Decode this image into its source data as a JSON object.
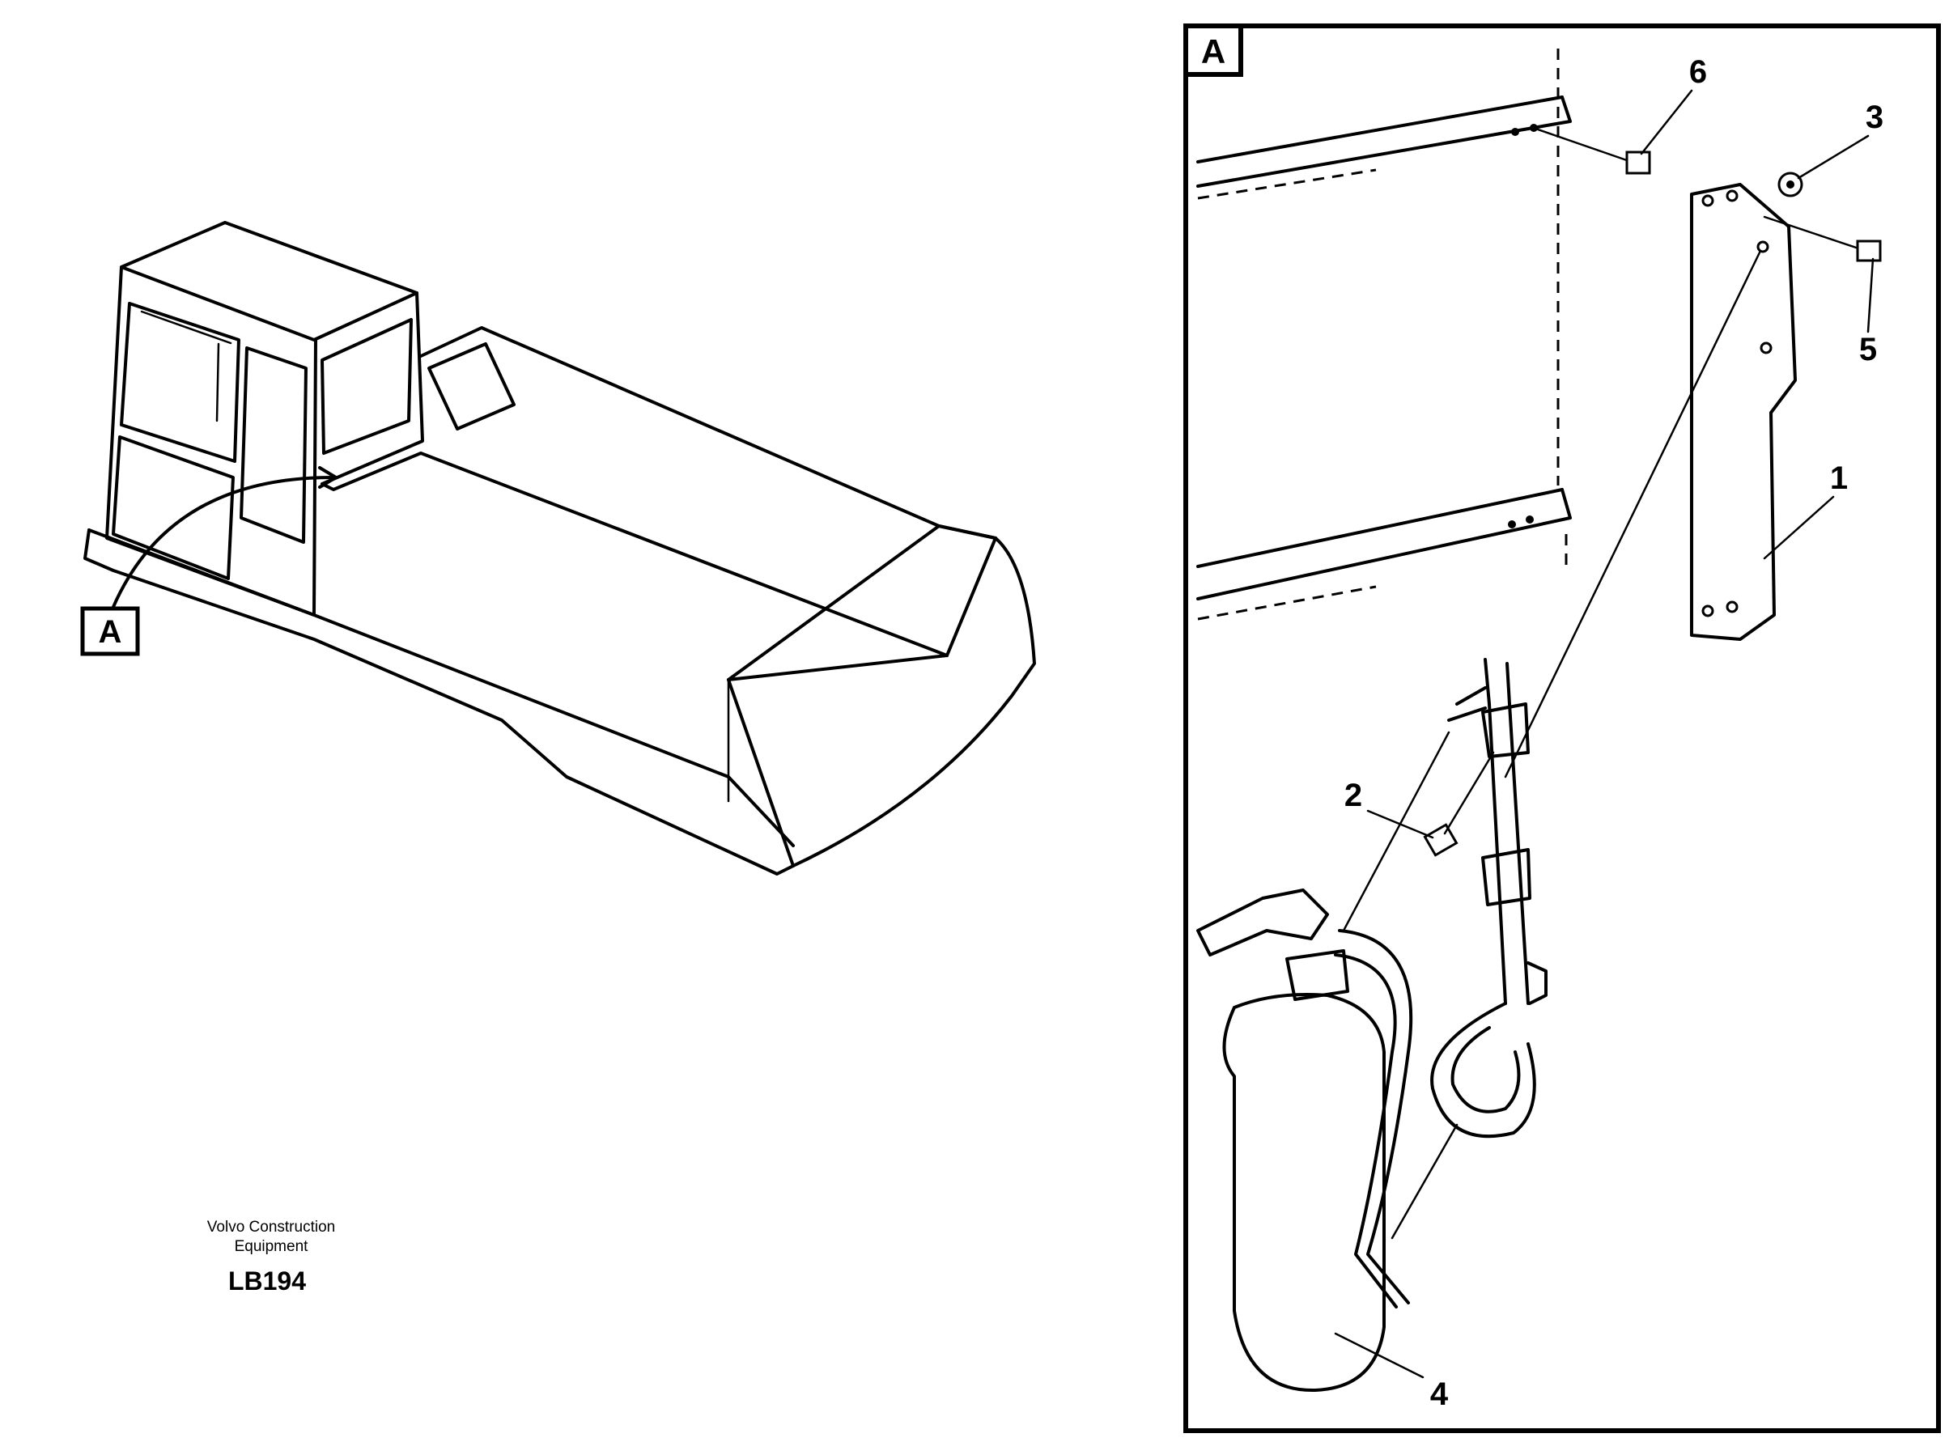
{
  "overview": {
    "view_label": "A"
  },
  "detail": {
    "view_label": "A",
    "callouts": [
      "1",
      "2",
      "3",
      "4",
      "5",
      "6"
    ]
  },
  "footer": {
    "manufacturer_line1": "Volvo Construction",
    "manufacturer_line2": "Equipment",
    "drawing_code": "LB194"
  }
}
